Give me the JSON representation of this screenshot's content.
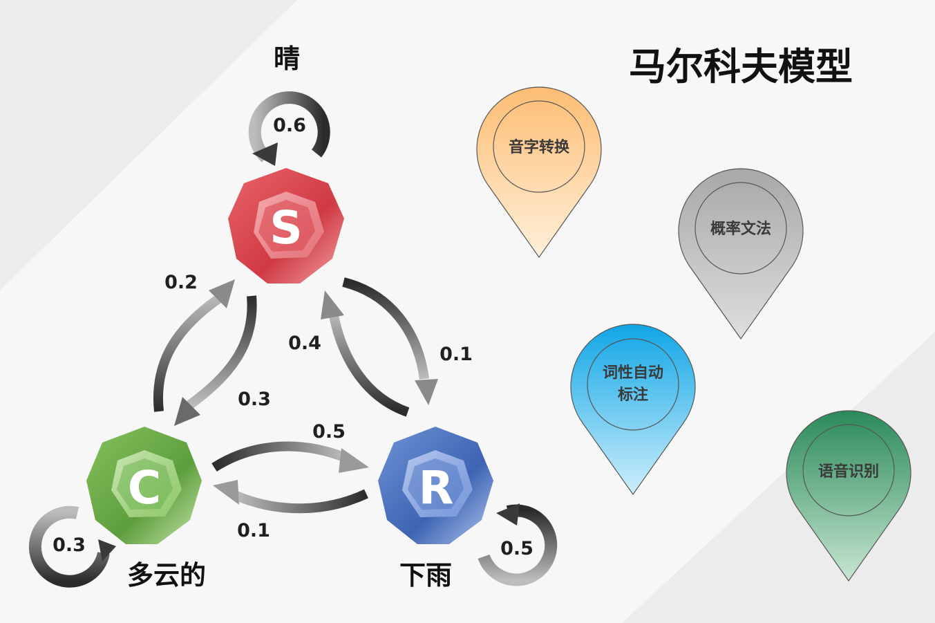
{
  "title": "马尔科夫模型",
  "states": {
    "sunny": {
      "letter": "S",
      "name": "晴",
      "self_prob": "0.6"
    },
    "cloudy": {
      "letter": "C",
      "name": "多云的",
      "self_prob": "0.3"
    },
    "rainy": {
      "letter": "R",
      "name": "下雨",
      "self_prob": "0.5"
    }
  },
  "transitions": {
    "cloudy_to_sunny": "0.2",
    "sunny_to_cloudy": "0.3",
    "rainy_to_sunny": "0.4",
    "sunny_to_rainy": "0.1",
    "cloudy_to_rainy": "0.5",
    "rainy_to_cloudy": "0.1"
  },
  "applications": [
    {
      "line1": "音字转换",
      "line2": "",
      "color": "#fdc77f"
    },
    {
      "line1": "概率文法",
      "line2": "",
      "color": "#b5b5b5"
    },
    {
      "line1": "词性自动",
      "line2": "标注",
      "color": "#1aaee8"
    },
    {
      "line1": "语音识别",
      "line2": "",
      "color": "#2e8b57"
    }
  ],
  "colors": {
    "sunny": "#d9434c",
    "cloudy": "#6ab04c",
    "rainy": "#4a72c0",
    "arrow": "#555555"
  }
}
